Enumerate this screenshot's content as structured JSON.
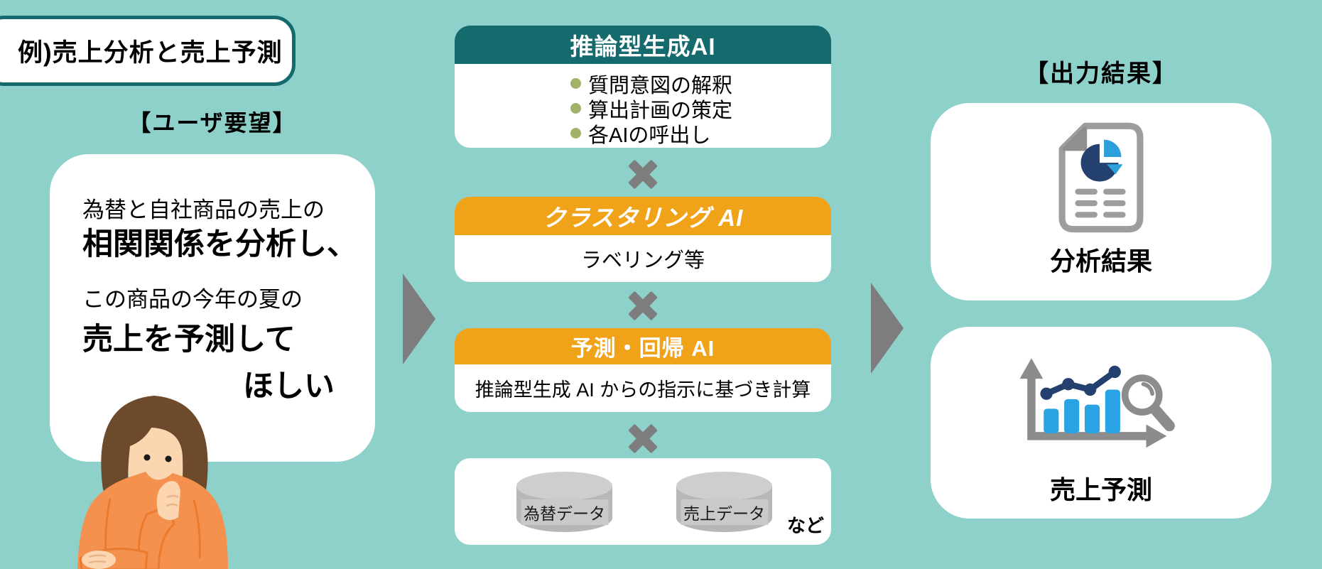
{
  "example_title": "例)売上分析と売上予測",
  "user_request": {
    "heading": "【ユーザ要望】",
    "line1": "為替と自社商品の売上の",
    "line2": "相関関係を分析し、",
    "line3": "この商品の今年の夏の",
    "line4": "売上を予測して",
    "line5": "ほしい"
  },
  "pipeline": {
    "reasoning": {
      "header": "推論型生成AI",
      "bullet1": "質問意図の解釈",
      "bullet2": "算出計画の策定",
      "bullet3": "各AIの呼出し"
    },
    "clustering": {
      "header": "クラスタリング AI",
      "body": "ラベリング等"
    },
    "regression": {
      "header": "予測・回帰 AI",
      "body": "推論型生成 AI からの指示に基づき計算"
    },
    "data_sources": {
      "db1": "為替データ",
      "db2": "売上データ",
      "etc": "など"
    }
  },
  "output": {
    "heading": "【出力結果】",
    "result1": "分析結果",
    "result2": "売上予測"
  },
  "colors": {
    "background": "#8ed0ca",
    "dark_teal": "#156a6d",
    "orange": "#f0a318",
    "gray": "#7d7d7d",
    "olive_bullet": "#a0b368",
    "bar_blue": "#29a3e3",
    "navy": "#24406e",
    "sweater_orange": "#f5914e",
    "hair_brown": "#6d4a2b",
    "skin": "#fbd6b0"
  }
}
